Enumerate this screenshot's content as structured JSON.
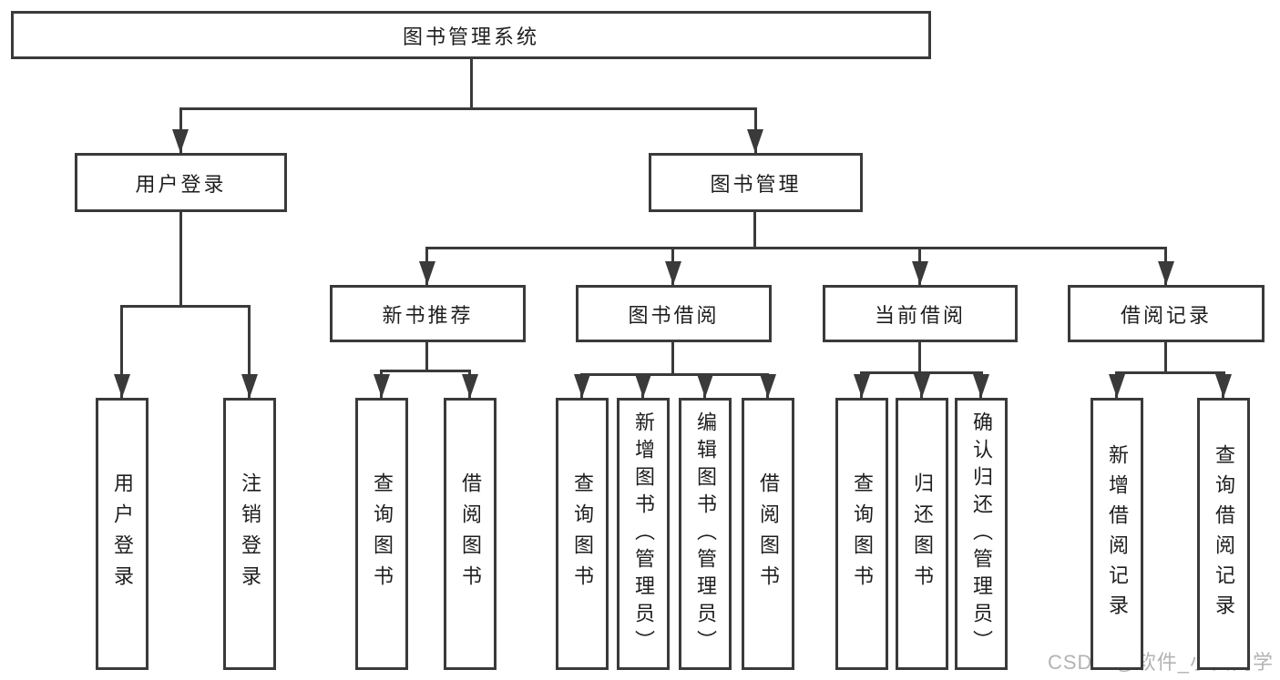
{
  "diagram": {
    "title": "图书管理系统",
    "watermark": "CSDN @软件_小贺同学",
    "colors": {
      "line": "#3a3a3a",
      "box_border": "#3a3a3a",
      "text": "#1e1e1e",
      "watermark_text": "#b3b3b3",
      "background": "#ffffff"
    },
    "tree": {
      "root": "图书管理系统",
      "children": [
        {
          "label": "用户登录",
          "children": [
            "用户登录",
            "注销登录"
          ]
        },
        {
          "label": "图书管理",
          "children": [
            {
              "label": "新书推荐",
              "children": [
                "查询图书",
                "借阅图书"
              ]
            },
            {
              "label": "图书借阅",
              "children": [
                "查询图书",
                "新增图书（管理员）",
                "编辑图书（管理员）",
                "借阅图书"
              ]
            },
            {
              "label": "当前借阅",
              "children": [
                "查询图书",
                "归还图书",
                "确认归还（管理员）"
              ]
            },
            {
              "label": "借阅记录",
              "children": [
                "新增借阅记录",
                "查询借阅记录"
              ]
            }
          ]
        }
      ]
    }
  }
}
